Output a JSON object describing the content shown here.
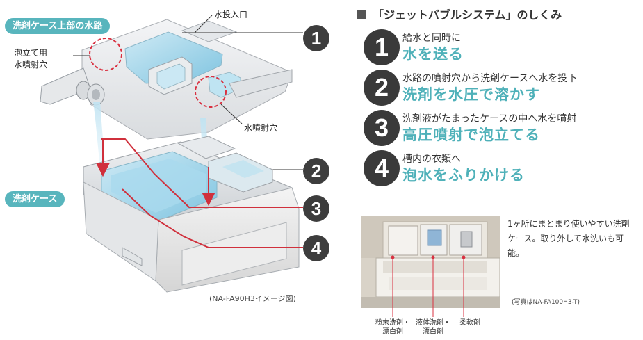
{
  "left": {
    "pill_top": "洗剤ケース上部の水路",
    "pill_bottom": "洗剤ケース",
    "callout_water_inlet": "水投入口",
    "callout_foam_nozzle_line1": "泡立て用",
    "callout_foam_nozzle_line2": "水噴射穴",
    "callout_water_nozzle": "水噴射穴",
    "numbers": [
      "1",
      "2",
      "3",
      "4"
    ],
    "model_caption": "(NA-FA90H3イメージ図)"
  },
  "right": {
    "title": "「ジェットバブルシステム」のしくみ",
    "steps": [
      {
        "num": "1",
        "desc": "給水と同時に",
        "head": "水を送る"
      },
      {
        "num": "2",
        "desc": "水路の噴射穴から洗剤ケースへ水を投下",
        "head": "洗剤を水圧で溶かす"
      },
      {
        "num": "3",
        "desc": "洗剤液がたまったケースの中へ水を噴射",
        "head": "高圧噴射で泡立てる"
      },
      {
        "num": "4",
        "desc": "槽内の衣類へ",
        "head": "泡水をふりかける"
      }
    ],
    "photo_note": "1ヶ所にまとまり使いやすい洗剤ケース。取り外して水洗いも可能。",
    "photo_credit": "(写真はNA-FA100H3-T)",
    "photo_labels": [
      {
        "line1": "粉末洗剤・",
        "line2": "漂白剤"
      },
      {
        "line1": "液体洗剤・",
        "line2": "漂白剤"
      },
      {
        "line1": "柔軟剤",
        "line2": ""
      }
    ]
  },
  "colors": {
    "accent_teal": "#4fb1b9",
    "pill_teal": "#58b5bd",
    "dark_circle": "#3a3a3a",
    "arrow_red": "#d0303c",
    "callout_red": "#d93040",
    "water_blue": "#9fd6ea"
  }
}
